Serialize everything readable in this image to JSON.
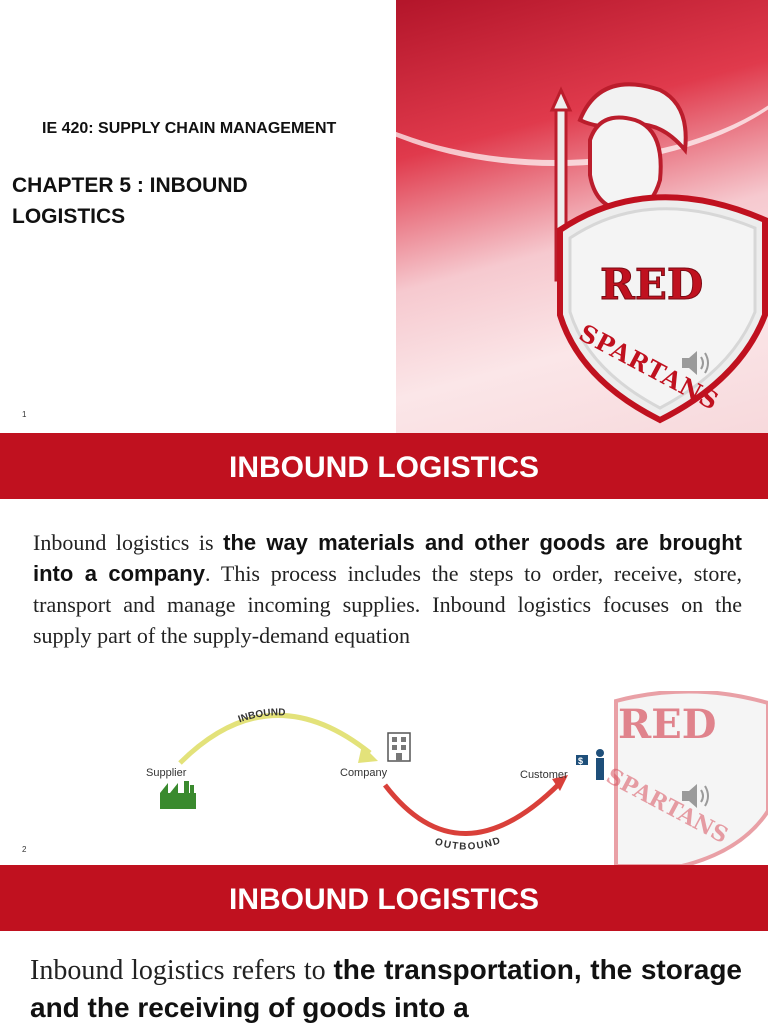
{
  "slide1": {
    "course": "IE 420: SUPPLY CHAIN MANAGEMENT",
    "chapter": "CHAPTER 5 : INBOUND LOGISTICS",
    "page_number": "1",
    "logo": {
      "line1": "RED",
      "line2": "SPARTANS",
      "icon": "red-spartans-logo"
    }
  },
  "slide2": {
    "title": "INBOUND LOGISTICS",
    "para": {
      "p1": "Inbound logistics is ",
      "b1": "the way materials and other goods are brought into a company",
      "p2": ". This process includes the steps to order, receive, store, transport and manage incoming supplies. Inbound logistics focuses on the supply part of the supply-demand equation"
    },
    "diagram": {
      "supplier": "Supplier",
      "company": "Company",
      "customer": "Customer",
      "inbound": "INBOUND",
      "outbound": "OUTBOUND"
    },
    "page_number": "2",
    "logo": {
      "line1": "RED",
      "line2": "SPARTANS"
    }
  },
  "slide3": {
    "title": "INBOUND LOGISTICS",
    "para": {
      "p1": "Inbound logistics refers to ",
      "b1": "the transportation, the storage and the receiving of goods into a"
    }
  },
  "colors": {
    "accent": "#c0111f",
    "inbound_arrow": "#e3e27a",
    "outbound_arrow": "#d9403a"
  }
}
